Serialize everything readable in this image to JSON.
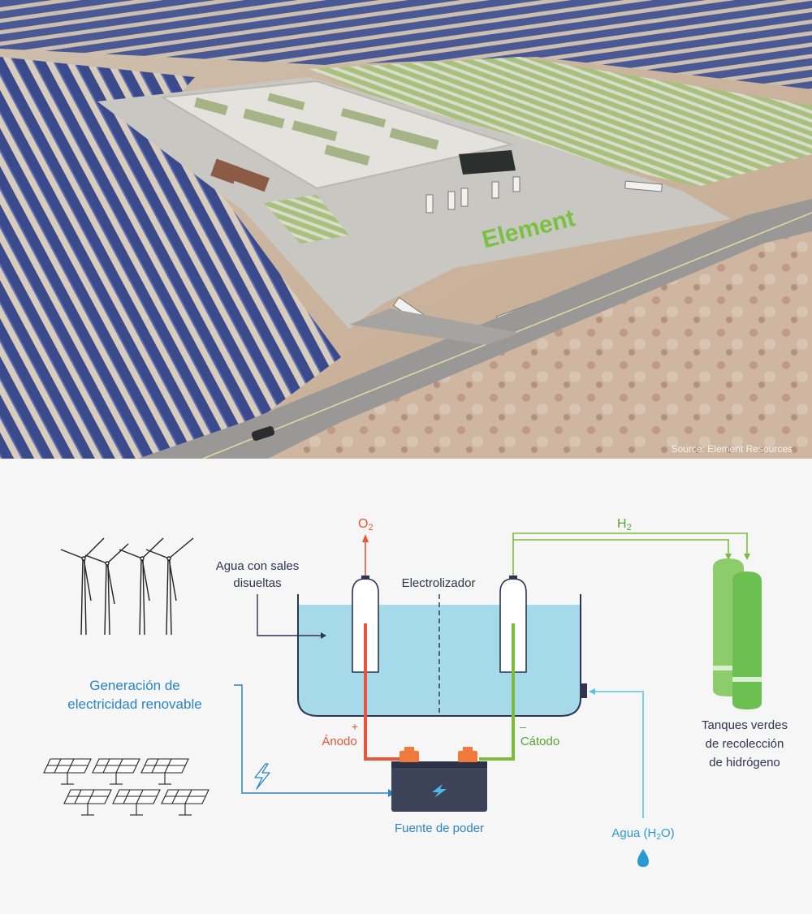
{
  "photo": {
    "logo": "Element",
    "source_credit": "Source: Element Resources"
  },
  "diagram": {
    "o2_label": "O",
    "o2_sub": "2",
    "h2_label": "H",
    "h2_sub": "2",
    "saltwater_line1": "Agua con sales",
    "saltwater_line2": "disueltas",
    "electrolyzer": "Electrolizador",
    "renewable_line1": "Generación de",
    "renewable_line2": "electricidad renovable",
    "anode_sign": "+",
    "anode": "Ánodo",
    "cathode_sign": "–",
    "cathode": "Cátodo",
    "power_source": "Fuente de poder",
    "tanks_line1": "Tanques verdes",
    "tanks_line2": "de recolección",
    "tanks_line3": "de hidrógeno",
    "water_prefix": "Agua (H",
    "water_sub": "2",
    "water_suffix": "O)"
  },
  "colors": {
    "renewable_blue": "#2a84c9",
    "oxygen_red": "#e8553a",
    "hydrogen_green": "#7cbb3b",
    "water_cyan": "#5fc3e4",
    "tank_green": "#6cc052",
    "battery_dark": "#3c4258",
    "terminal_orange": "#f07a3c",
    "label_dark": "#2f3450"
  }
}
